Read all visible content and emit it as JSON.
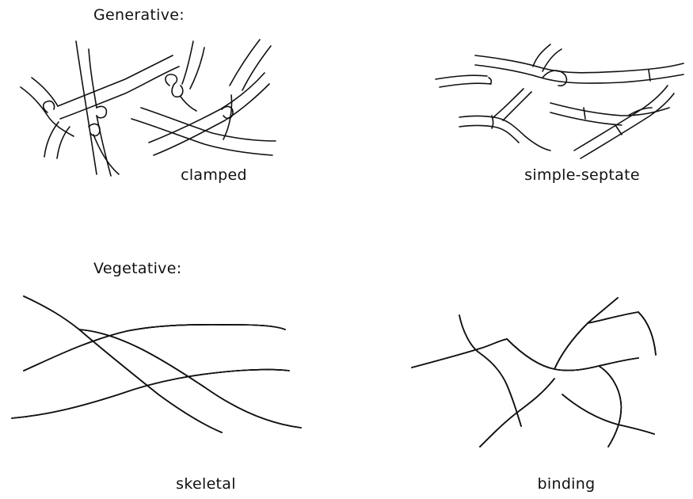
{
  "sections": {
    "generative": {
      "title": "Generative:",
      "panels": [
        {
          "caption": "clamped"
        },
        {
          "caption": "simple-septate"
        }
      ]
    },
    "vegetative": {
      "title": "Vegetative:",
      "panels": [
        {
          "caption": "skeletal"
        },
        {
          "caption": "binding"
        }
      ]
    }
  }
}
